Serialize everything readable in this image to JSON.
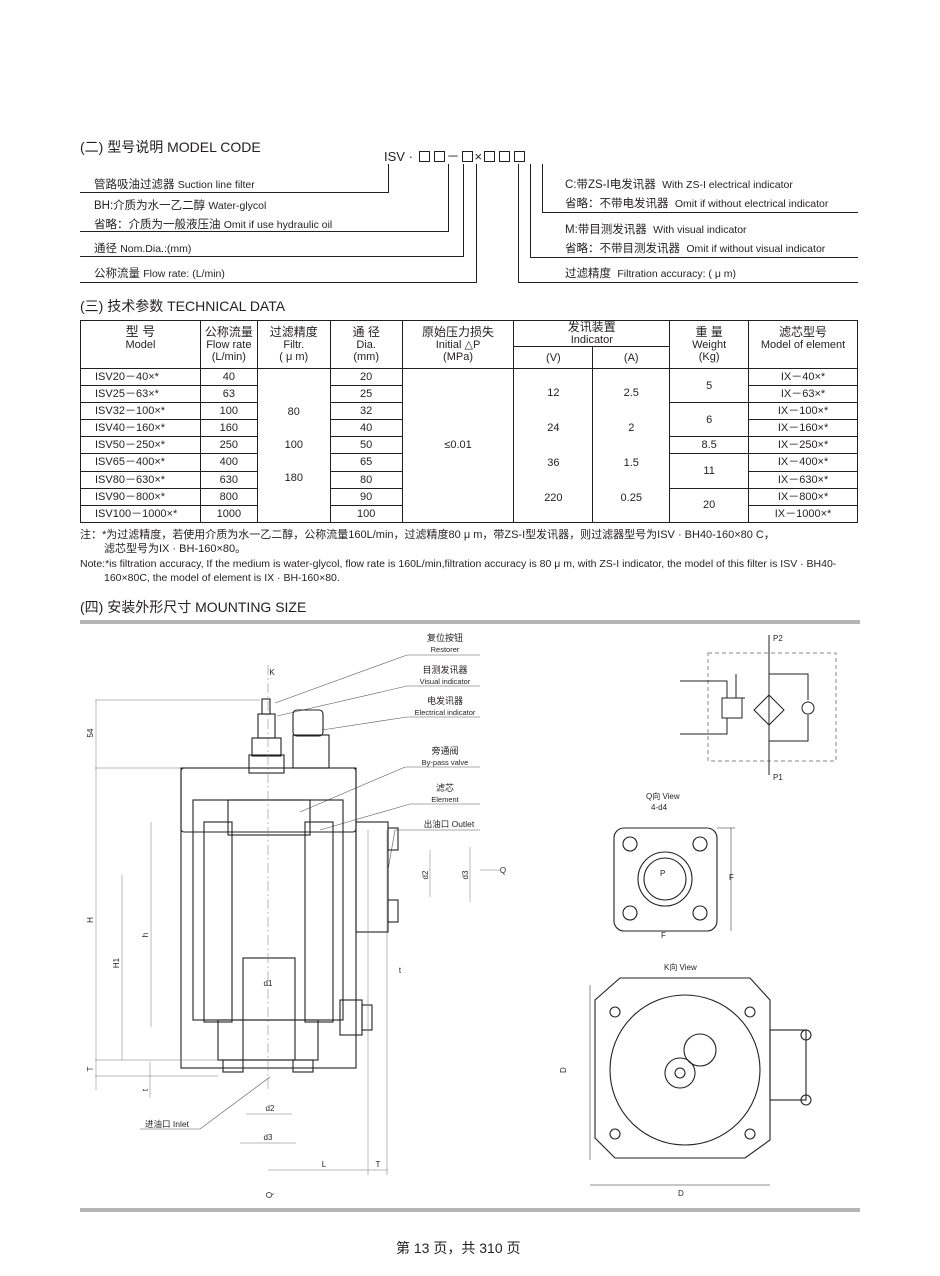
{
  "model_code": {
    "title": "(二) 型号说明  MODEL CODE",
    "code_prefix": "ISV ·",
    "code_dash": "－",
    "code_times": "×",
    "left": [
      {
        "cn": "管路吸油过滤器",
        "en": "Suction line filter"
      },
      {
        "cn": "BH:介质为水一乙二醇",
        "en": "Water-glycol"
      },
      {
        "cn": "省略：介质为一般液压油",
        "en": "Omit if use hydraulic oil"
      },
      {
        "cn": "通径",
        "en": "Nom.Dia.:(mm)"
      },
      {
        "cn": "公称流量",
        "en": "Flow rate: (L/min)"
      }
    ],
    "right": [
      {
        "cn": "C:带ZS-I电发讯器",
        "en": "With ZS-I electrical indicator"
      },
      {
        "cn": "省略：不带电发讯器",
        "en": "Omit if without electrical indicator"
      },
      {
        "cn": "M:带目测发讯器",
        "en": "With visual indicator"
      },
      {
        "cn": "省略：不带目测发讯器",
        "en": "Omit if without visual indicator"
      },
      {
        "cn": "过滤精度",
        "en": "Filtration accuracy: ( μ m)"
      }
    ]
  },
  "technical": {
    "title": "(三) 技术参数 TECHNICAL DATA",
    "headers": {
      "model": [
        "型 号",
        "Model"
      ],
      "flow": [
        "公称流量",
        "Flow rate",
        "(L/min)"
      ],
      "filtr": [
        "过滤精度",
        "Filtr.",
        "( μ m)"
      ],
      "dia": [
        "通 径",
        "Dia.",
        "(mm)"
      ],
      "dp": [
        "原始压力损失",
        "Initial △P",
        "(MPa)"
      ],
      "indicator": [
        "发讯装置",
        "Indicator"
      ],
      "v": "(V)",
      "a": "(A)",
      "weight": [
        "重 量",
        "Weight",
        "(Kg)"
      ],
      "element": [
        "滤芯型号",
        "Model of element"
      ]
    },
    "rows": [
      {
        "model": "ISV20－40×*",
        "flow": "40",
        "dia": "20",
        "element": "IX－40×*"
      },
      {
        "model": "ISV25－63×*",
        "flow": "63",
        "dia": "25",
        "element": "IX－63×*"
      },
      {
        "model": "ISV32－100×*",
        "flow": "100",
        "dia": "32",
        "element": "IX－100×*"
      },
      {
        "model": "ISV40－160×*",
        "flow": "160",
        "dia": "40",
        "element": "IX－160×*"
      },
      {
        "model": "ISV50－250×*",
        "flow": "250",
        "dia": "50",
        "element": "IX－250×*"
      },
      {
        "model": "ISV65－400×*",
        "flow": "400",
        "dia": "65",
        "element": "IX－400×*"
      },
      {
        "model": "ISV80－630×*",
        "flow": "630",
        "dia": "80",
        "element": "IX－630×*"
      },
      {
        "model": "ISV90－800×*",
        "flow": "800",
        "dia": "90",
        "element": "IX－800×*"
      },
      {
        "model": "ISV100－1000×*",
        "flow": "1000",
        "dia": "100",
        "element": "IX－1000×*"
      }
    ],
    "filtr_values": [
      "80",
      "100",
      "180"
    ],
    "dp_value": "≤0.01",
    "voltages": [
      "12",
      "24",
      "36",
      "220"
    ],
    "currents": [
      "2.5",
      "2",
      "1.5",
      "0.25"
    ],
    "weights": [
      "5",
      "6",
      "8.5",
      "11",
      "20"
    ],
    "note_cn_1": "注：*为过滤精度，若使用介质为水一乙二醇，公称流量160L/min，过滤精度80 μ m，带ZS-I型发讯器，则过滤器型号为ISV · BH40-160×80 C，",
    "note_cn_2": "滤芯型号为IX · BH-160×80。",
    "note_en_1": "Note:*is filtration accuracy, If the medium is water-glycol, flow rate is 160L/min,filtration accuracy is 80 μ m, with ZS-I indicator, the model of this filter is ISV · BH40-",
    "note_en_2": "160×80C, the model of element is IX · BH-160×80."
  },
  "mounting": {
    "title": "(四) 安装外形尺寸  MOUNTING SIZE",
    "callouts": [
      {
        "cn": "复位按钮",
        "en": "Restorer"
      },
      {
        "cn": "目测发讯器",
        "en": "Visual indicator"
      },
      {
        "cn": "电发讯器",
        "en": "Electrical indicator"
      },
      {
        "cn": "旁通阀",
        "en": "By-pass valve"
      },
      {
        "cn": "滤芯",
        "en": "Element"
      }
    ],
    "outlet": "出油口  Outlet",
    "inlet": "进油口  Inlet",
    "dims": {
      "K": "K",
      "S4": "54",
      "H": "H",
      "H1": "H1",
      "h": "h",
      "T": "T",
      "t": "t",
      "d1": "d1",
      "d2": "d2",
      "d3": "d3",
      "L": "L",
      "Q": "Q",
      "P1": "P1",
      "P2": "P2",
      "F": "F",
      "D": "D",
      "P": "P",
      "d4": "4-d4"
    },
    "q_view": "Q向  View",
    "k_view": "K向  View"
  },
  "footer": "第 13 页，共 310 页"
}
